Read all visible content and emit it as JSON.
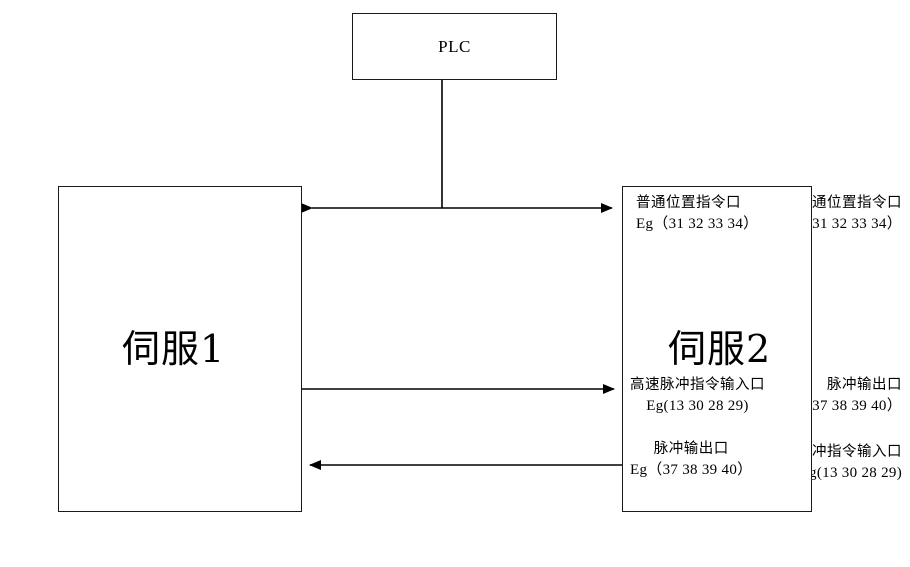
{
  "diagram": {
    "title_block": {
      "label": "PLC"
    },
    "nodes": [
      {
        "id": "servo1",
        "name": "伺服1",
        "ports": {
          "top": {
            "cn": "普通位置指令口",
            "eg": "Eg（31 32 33 34）"
          },
          "middle": {
            "cn": "脉冲输出口",
            "eg": "Eg（37 38 39 40）"
          },
          "bottom": {
            "cn": "高速脉冲指令输入口",
            "eg": "Eg(13 30 28 29)"
          }
        }
      },
      {
        "id": "servo2",
        "name": "伺服2",
        "ports": {
          "top": {
            "cn": "普通位置指令口",
            "eg": "Eg（31 32 33 34）"
          },
          "middle": {
            "cn": "高速脉冲指令输入口",
            "eg": "Eg(13 30 28 29)"
          },
          "bottom": {
            "cn": "脉冲输出口",
            "eg": "Eg（37 38 39 40）"
          }
        }
      }
    ],
    "connections": [
      {
        "name": "plc-bus",
        "from": "PLC",
        "to": "bus",
        "style": "line"
      },
      {
        "name": "position-command-bus",
        "from": "servo1",
        "to": "servo2",
        "style": "double-arrow"
      },
      {
        "name": "servo1-pulse-out-to-servo2-pulse-in",
        "from": "servo1",
        "to": "servo2",
        "style": "arrow-right"
      },
      {
        "name": "servo2-pulse-out-to-servo1-pulse-in",
        "from": "servo2",
        "to": "servo1",
        "style": "arrow-left"
      }
    ],
    "colors": {
      "stroke": "#1a1a1a",
      "background": "#ffffff",
      "text": "#000000"
    }
  }
}
